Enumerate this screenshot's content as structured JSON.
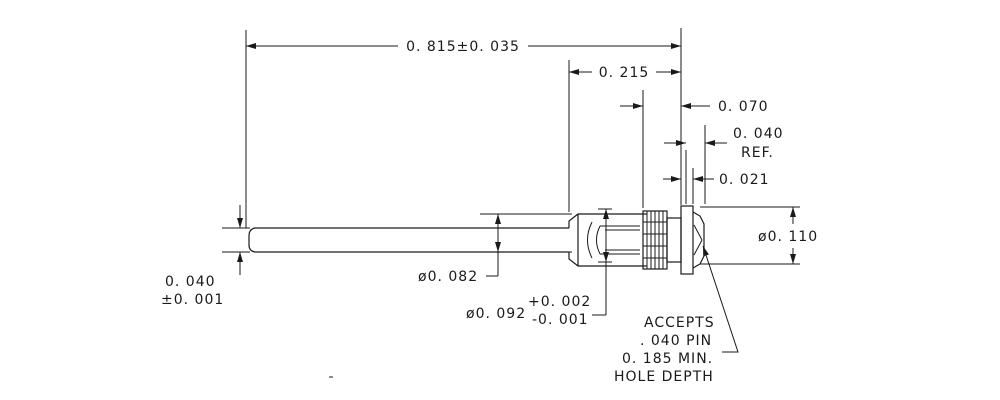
{
  "dimensions": {
    "overall_length": "0. 815±0. 035",
    "socket_length": "0. 215",
    "flange_offset": "0. 070",
    "ref_value": "0. 040",
    "ref_suffix": "REF.",
    "flange_thickness": "0. 021",
    "flange_diameter": "ø0. 110",
    "tip_width": "0. 040",
    "tip_tolerance": "±0. 001",
    "pin_diameter": "ø0. 082",
    "body_diameter": "ø0. 092",
    "body_tol_plus": "+0. 002",
    "body_tol_minus": "-0. 001"
  },
  "note": {
    "lines": [
      "ACCEPTS",
      ". 040 PIN",
      "0. 185 MIN.",
      "HOLE DEPTH"
    ]
  }
}
